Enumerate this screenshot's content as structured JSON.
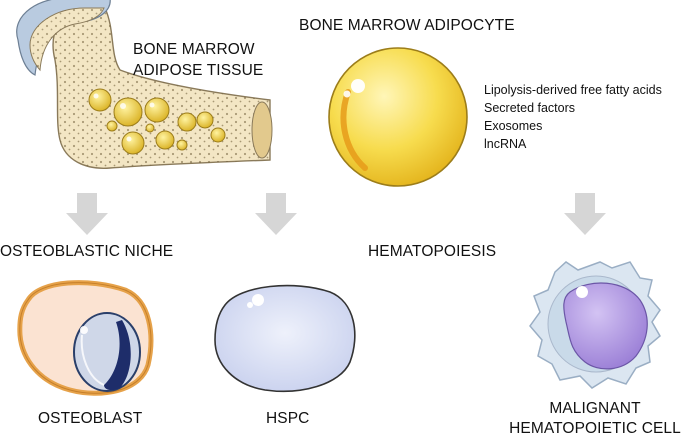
{
  "labels": {
    "tissue_line1": "BONE MARROW",
    "tissue_line2": "ADIPOSE TISSUE",
    "adipocyte": "BONE MARROW ADIPOCYTE",
    "osteoblastic_niche": "OSTEOBLASTIC NICHE",
    "hematopoiesis": "HEMATOPOIESIS",
    "osteoblast": "OSTEOBLAST",
    "hspc": "HSPC",
    "malignant_line1": "MALIGNANT",
    "malignant_line2": "HEMATOPOIETIC CELL"
  },
  "factors": [
    "Lipolysis-derived free fatty acids",
    "Secreted factors",
    "Exosomes",
    "lncRNA"
  ],
  "colors": {
    "bone": "#f3e6c4",
    "bone_outline": "#8a7a5a",
    "fat": "#f3d24a",
    "arrow": "#d6d6d6",
    "osteoblast": "#fbe3d2",
    "hspc": "#dde2f5",
    "malignant_nucleus": "#b39be0"
  }
}
